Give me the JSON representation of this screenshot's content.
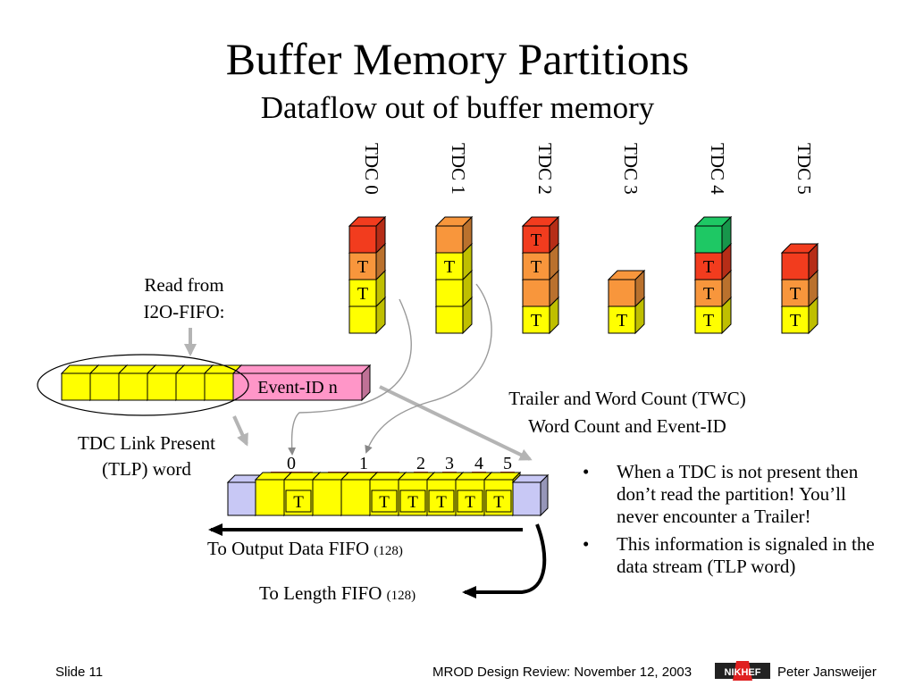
{
  "title": "Buffer Memory Partitions",
  "subtitle": "Dataflow out of buffer memory",
  "colors": {
    "red": "#f23c1e",
    "orange": "#f8963c",
    "yellow": "#ffff00",
    "green": "#1ec864",
    "pink": "#ff96c8",
    "lavender": "#c8c8f5",
    "bar_red": "#e03c1e",
    "arrow_gray": "#b4b4b4"
  },
  "tdcs": [
    {
      "label": "TDC 0",
      "cells": [
        {
          "color": "yellow",
          "text": ""
        },
        {
          "color": "yellow",
          "text": "T"
        },
        {
          "color": "orange",
          "text": "T"
        },
        {
          "color": "red",
          "text": ""
        }
      ]
    },
    {
      "label": "TDC 1",
      "cells": [
        {
          "color": "yellow",
          "text": ""
        },
        {
          "color": "yellow",
          "text": ""
        },
        {
          "color": "yellow",
          "text": "T"
        },
        {
          "color": "orange",
          "text": ""
        }
      ]
    },
    {
      "label": "TDC 2",
      "cells": [
        {
          "color": "yellow",
          "text": "T"
        },
        {
          "color": "orange",
          "text": ""
        },
        {
          "color": "orange",
          "text": "T"
        },
        {
          "color": "red",
          "text": "T"
        }
      ]
    },
    {
      "label": "TDC 3",
      "cells": [
        {
          "color": "yellow",
          "text": "T"
        },
        {
          "color": "orange",
          "text": ""
        }
      ]
    },
    {
      "label": "TDC 4",
      "cells": [
        {
          "color": "yellow",
          "text": "T"
        },
        {
          "color": "orange",
          "text": "T"
        },
        {
          "color": "red",
          "text": "T"
        },
        {
          "color": "green",
          "text": ""
        }
      ]
    },
    {
      "label": "TDC 5",
      "cells": [
        {
          "color": "yellow",
          "text": "T"
        },
        {
          "color": "orange",
          "text": "T"
        },
        {
          "color": "red",
          "text": ""
        }
      ]
    }
  ],
  "read_from": "Read from",
  "i2o_fifo": "I2O-FIFO:",
  "event_id": "Event-ID n",
  "tlp_line1": "TDC Link Present",
  "tlp_line2": "(TLP) word",
  "twc_line1": "Trailer and Word Count (TWC)",
  "twc_line2": "Word Count and Event-ID",
  "output_cells": [
    {
      "color": "lavender",
      "text": ""
    },
    {
      "color": "yellow",
      "text": ""
    },
    {
      "color": "yellow",
      "text": "T"
    },
    {
      "color": "yellow",
      "text": ""
    },
    {
      "color": "yellow",
      "text": ""
    },
    {
      "color": "yellow",
      "text": "T"
    },
    {
      "color": "yellow",
      "text": "T"
    },
    {
      "color": "yellow",
      "text": "T"
    },
    {
      "color": "yellow",
      "text": "T"
    },
    {
      "color": "yellow",
      "text": "T"
    },
    {
      "color": "lavender",
      "text": ""
    }
  ],
  "index_labels": [
    "0",
    "1",
    "2",
    "3",
    "4",
    "5"
  ],
  "to_output": "To Output Data FIFO",
  "to_output_size": "(128)",
  "to_length": "To Length FIFO",
  "to_length_size": "(128)",
  "bullets": [
    "When a TDC is not present then don’t read the partition! You’ll never encounter a Trailer!",
    "This information is signaled in the data stream (TLP word)"
  ],
  "bullet_char": "•",
  "footer": {
    "slide": "Slide 11",
    "center": "MROD Design Review: November 12, 2003",
    "author": "Peter Jansweijer",
    "logo_text": "NIKHEF"
  }
}
